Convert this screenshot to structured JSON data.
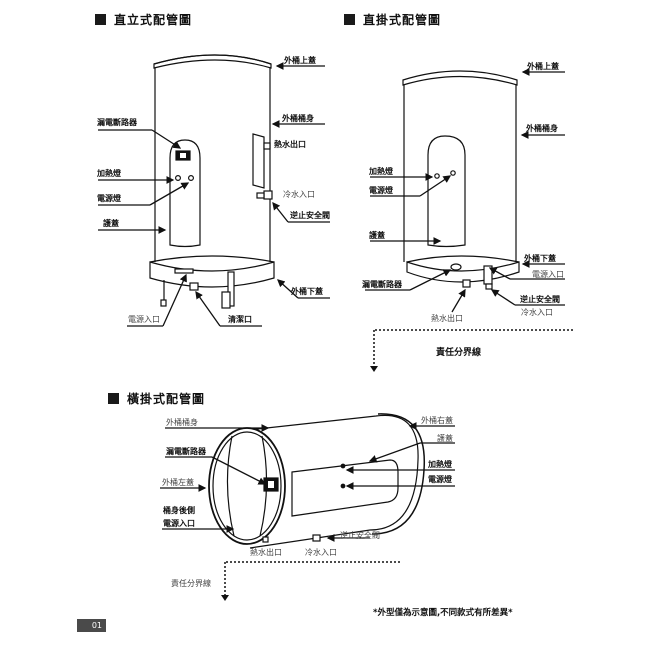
{
  "sections": {
    "vertical_standing": {
      "title": "直立式配管圖",
      "labels": {
        "outer_top_cover": "外桶上蓋",
        "outer_body": "外桶桶身",
        "leakage_breaker": "漏電斷路器",
        "hot_water_outlet": "熱水出口",
        "heating_light": "加熱燈",
        "cold_water_inlet": "冷水入口",
        "power_light": "電源燈",
        "check_safety_valve": "逆止安全閥",
        "protective_cover": "護蓋",
        "outer_bottom_cover": "外桶下蓋",
        "power_inlet": "電源入口",
        "cleaning_port": "清潔口"
      }
    },
    "vertical_wall": {
      "title": "直掛式配管圖",
      "labels": {
        "outer_top_cover": "外桶上蓋",
        "outer_body": "外桶桶身",
        "heating_light": "加熱燈",
        "power_light": "電源燈",
        "protective_cover": "護蓋",
        "outer_bottom_cover": "外桶下蓋",
        "power_inlet": "電源入口",
        "leakage_breaker": "漏電斷路器",
        "check_safety_valve": "逆止安全閥",
        "hot_water_outlet": "熱水出口",
        "cold_water_inlet": "冷水入口"
      },
      "responsibility_line": "責任分界線"
    },
    "horizontal_wall": {
      "title": "橫掛式配管圖",
      "labels": {
        "outer_body": "外桶桶身",
        "outer_right_cover": "外桶右蓋",
        "protective_cover": "護蓋",
        "leakage_breaker": "漏電斷路器",
        "heating_light": "加熱燈",
        "outer_left_cover": "外桶左蓋",
        "power_light": "電源燈",
        "rear_body_line1": "桶身後側",
        "rear_body_line2": "電源入口",
        "check_safety_valve": "逆止安全閥",
        "hot_water_outlet": "熱水出口",
        "cold_water_inlet": "冷水入口"
      },
      "responsibility_line": "責任分界線"
    }
  },
  "footnote": "*外型僅為示意圖,不同款式有所差異*",
  "page_number": "01"
}
